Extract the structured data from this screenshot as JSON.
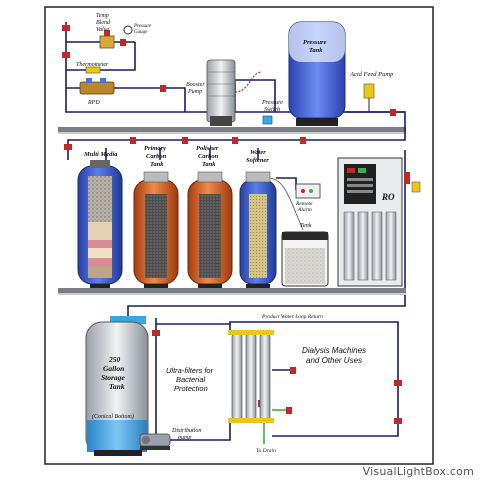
{
  "colors": {
    "pipe": "#1c1c66",
    "bus": "#7a7f86",
    "blue_tank": "#3f63d8",
    "orange_tank": "#d9652a",
    "water": "#4aa7e8",
    "valve_red": "#c0282a",
    "green_line": "#3cb043",
    "yellow": "#e8c81e"
  },
  "labels": {
    "temp_blend_valve": [
      "Temp",
      "Blend",
      "Valve"
    ],
    "pressure_gauge": [
      "Pressure",
      "Gauge"
    ],
    "thermometer": "Thermometer",
    "rpd": "RPD",
    "booster_pump": [
      "Booster",
      "Pump"
    ],
    "pressure_switch": [
      "Pressure",
      "Switch"
    ],
    "pressure_tank": [
      "Pressure",
      "Tank"
    ],
    "acid_feed_pump": "Acid Feed Pump",
    "multi_media": "Multi Media",
    "primary_carbon_tank": [
      "Primary",
      "Carbon",
      "Tank"
    ],
    "polisher_carbon_tank": [
      "Polisher",
      "Carbon",
      "Tank"
    ],
    "water_softener": [
      "Water",
      "Softener"
    ],
    "remote_alarm": [
      "Remote",
      "Alarm"
    ],
    "brine_tank": "Tank",
    "ro": "RO",
    "storage_tank": [
      "250",
      "Gallon",
      "Storage",
      "Tank"
    ],
    "conical_bottom": "(Conical Bottom)",
    "distribution_pump": [
      "Distribution",
      "pump"
    ],
    "ultra_filters": [
      "Ultra-filters for",
      "Bacterial",
      "Protection"
    ],
    "product_loop_return": "Product Water Loop Return",
    "dialysis": [
      "Dialysis Machines",
      "and Other Uses"
    ],
    "to_drain": "To Drain"
  },
  "watermark": "VisualLightBox.com"
}
